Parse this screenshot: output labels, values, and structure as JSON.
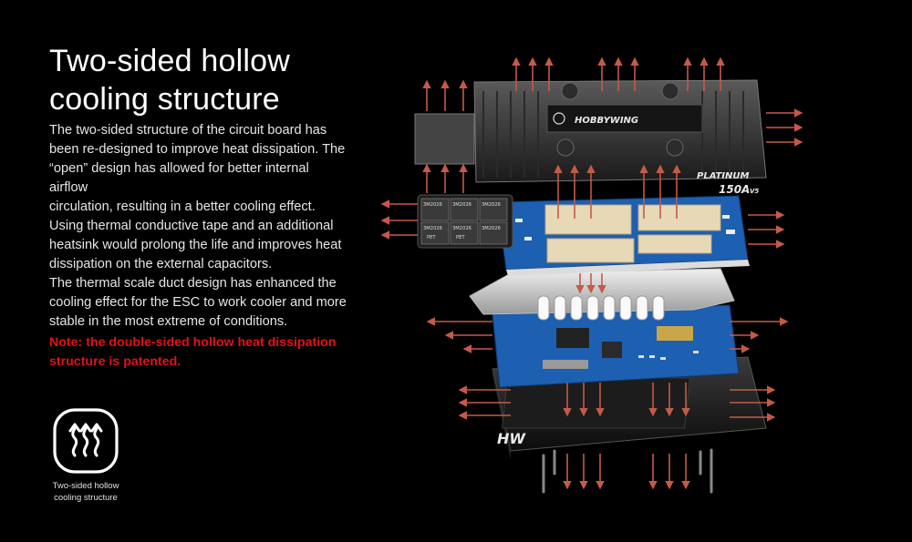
{
  "heading": {
    "line1": "Two-sided hollow",
    "line2": "cooling structure"
  },
  "description": [
    "The two-sided structure of the circuit board has",
    "been re-designed to improve heat dissipation. The",
    "“open” design has allowed for better internal airflow",
    "circulation, resulting in a better cooling effect.",
    "Using thermal conductive tape and an additional",
    "heatsink would prolong the life and improves heat",
    "dissipation on the external capacitors.",
    "The thermal scale duct design has enhanced the",
    "cooling effect for the ESC to work cooler and more",
    "stable in the most extreme of conditions."
  ],
  "note": {
    "line1": "Note: the double-sided hollow heat dissipation",
    "line2": "structure is patented."
  },
  "badge": {
    "icon": "heat-waves-icon",
    "caption_line1": "Two-sided hollow",
    "caption_line2": "cooling structure"
  },
  "product": {
    "brand": "HOBBYWING",
    "model": "PLATINUM",
    "rating": "150A",
    "rating_suffix": "V5",
    "bottom_logo": "HW",
    "capacitor_label": "3M2026",
    "capacitor_sub": "PET"
  },
  "colors": {
    "background": "#000000",
    "note_red": "#e0121a",
    "arrow": "#c45a48",
    "pcb_blue": "#1d5fb0"
  }
}
